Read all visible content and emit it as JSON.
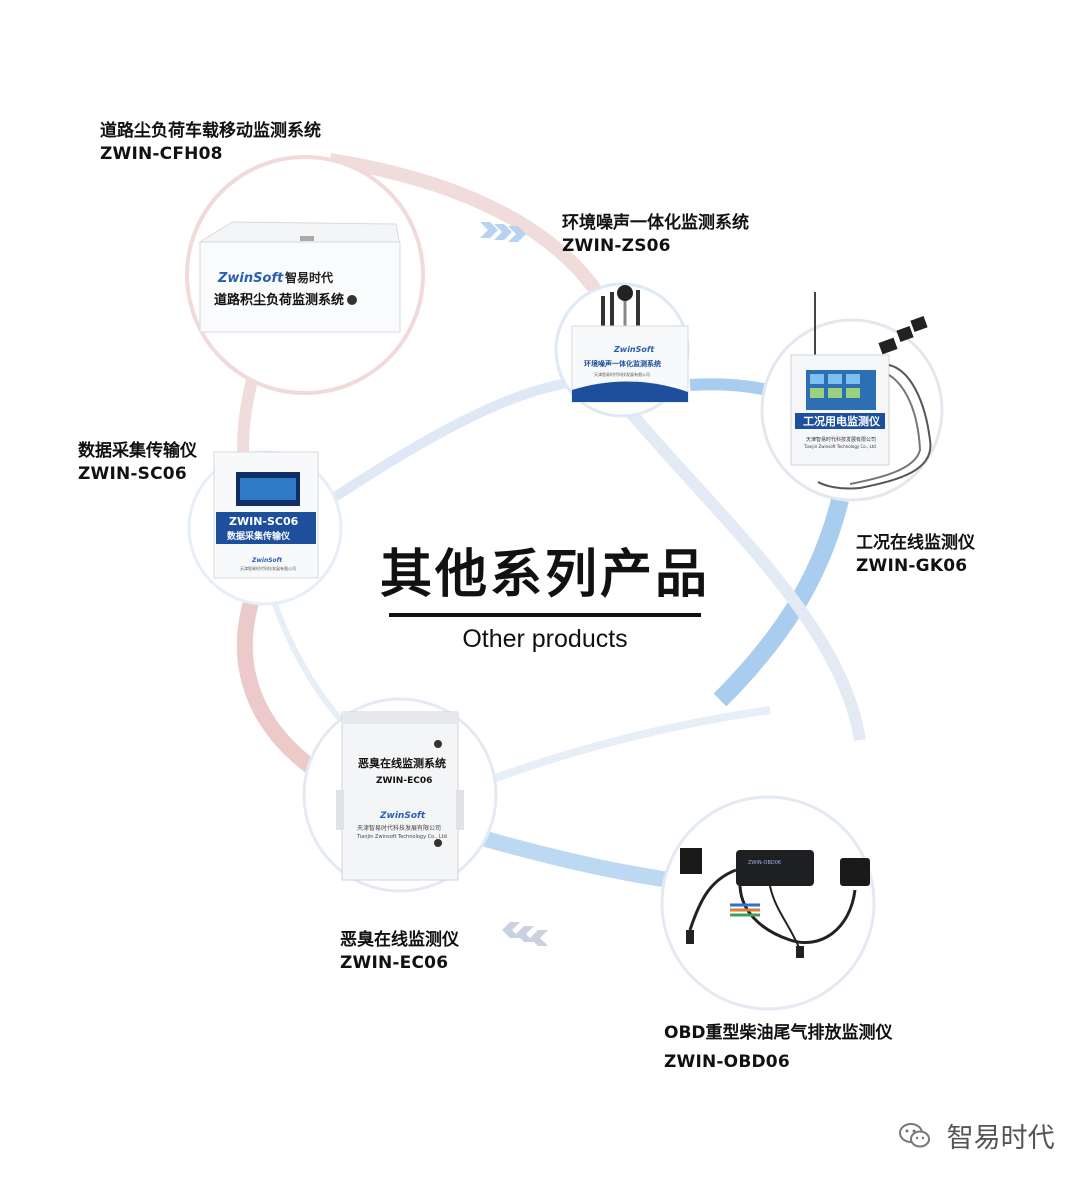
{
  "center": {
    "title_zh": "其他系列产品",
    "title_en": "Other products"
  },
  "products": [
    {
      "name": "道路尘负荷车载移动监测系统",
      "code": "ZWIN-CFH08"
    },
    {
      "name": "环境噪声一体化监测系统",
      "code": "ZWIN-ZS06"
    },
    {
      "name": "数据采集传输仪",
      "code": "ZWIN-SC06"
    },
    {
      "name": "工况在线监测仪",
      "code": "ZWIN-GK06"
    },
    {
      "name": "恶臭在线监测仪",
      "code": "ZWIN-EC06"
    },
    {
      "name": "OBD重型柴油尾气排放监测仪",
      "code": "ZWIN-OBD06"
    }
  ],
  "devices": {
    "cfh08": {
      "brand": "ZwinSoft",
      "brand_zh": "智易时代",
      "panel": "道路积尘负荷监测系统"
    },
    "zs06": {
      "brand": "ZwinSoft",
      "panel": "环境噪声一体化监测系统",
      "company": "天津智易时代科技发展有限公司"
    },
    "gk06": {
      "panel": "工况用电监测仪",
      "company": "天津智易时代科技发展有限公司",
      "company_en": "Tianjin Zwinsoft Technology Co., Ltd"
    },
    "sc06": {
      "model": "ZWIN-SC06",
      "panel": "数据采集传输仪",
      "brand": "ZwinSoft",
      "company": "天津智易时代科技发展有限公司"
    },
    "ec06": {
      "panel": "恶臭在线监测系统",
      "model": "ZWIN-EC06",
      "brand": "ZwinSoft",
      "company": "天津智易时代科技发展有限公司",
      "company_en": "Tianjin Zwinsoft Technology Co., Ltd"
    },
    "obd06": {
      "label": "ZWIN-OBD06"
    }
  },
  "watermark": "智易时代",
  "colors": {
    "ring_blue": "#a9cdef",
    "ring_pink": "#ecc9c9",
    "panel_blue": "#1d4f9c",
    "text": "#111111"
  }
}
